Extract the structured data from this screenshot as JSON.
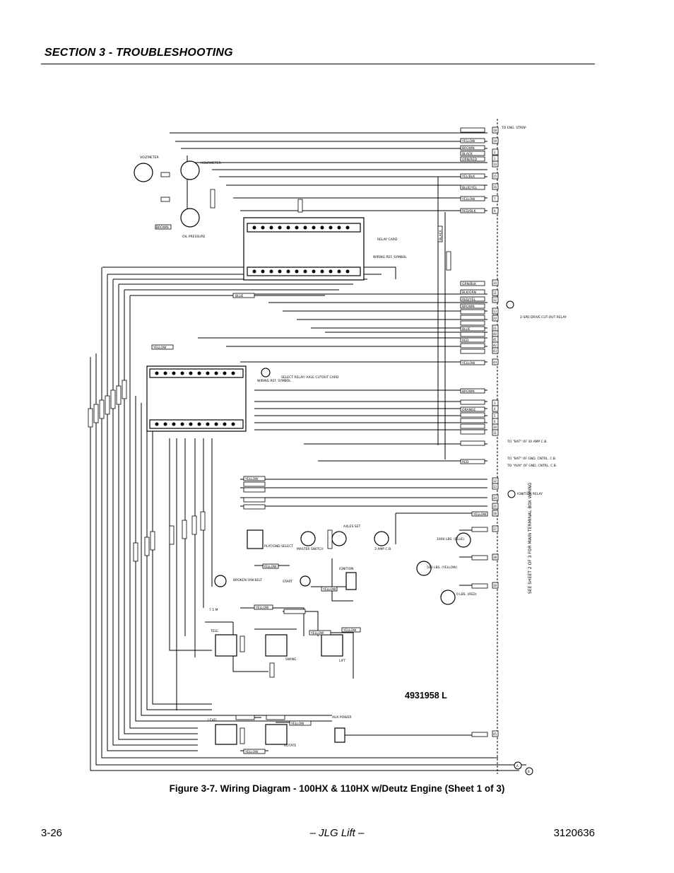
{
  "header": {
    "section_title": "SECTION 3 - TROUBLESHOOTING"
  },
  "diagram": {
    "drawing_number": "4931958 L",
    "components": {
      "voltmeter": "VOLTMETER",
      "hourmeter": "HOURMETER",
      "oil_pressure": "OIL PRESSURE",
      "relay_card": "RELAY CARD",
      "wiring_ref_symbol": "WIRING REF. SYMBOL",
      "select_relay": "SELECT RELAY/ AXLE CUTOUT CARD",
      "plat_gnd_select": "PLAT/GND SELECT",
      "master_switch": "MASTER SWITCH",
      "axles_set": "AXLES SET",
      "breaker_3amp": "3 AMP C.B.",
      "broken_fan_belt": "BROKEN FAN BELT",
      "start": "START",
      "ignition": "IGNITION",
      "tele": "TELE.",
      "swing": "SWING",
      "lift": "LIFT",
      "level": "LEVEL",
      "rotate": "ROTATE",
      "aux_power": "AUX POWER",
      "lbs_1000": "1000 LBS. (BLUE)",
      "lbs_500": "500 LBS. (YELLOW)",
      "lbs_0": "0 LBS. (RED)",
      "ignition_relay": "IGNITION RELAY",
      "cutout_relay": "2-SPD DRIVE CUT-OUT RELAY",
      "see_sheet": "SEE SHEET 2 OF 3 FOR MAIN TERMINAL BOX WIRING",
      "to_eng_strap": "TO ENG. STRAP",
      "to_bat_30amp": "TO \"BAT\" OF 30 AMP C.B.",
      "to_bat_gnd_ctrl": "TO \"BAT\" OF GND. CNTRL. C.B.",
      "to_aux_gnd_ctrl": "TO \"AUX\" OF GND. CNTRL. C.B.",
      "resistor_value": "7.5 M"
    },
    "wire_labels": {
      "yellow": "YELLOW",
      "brown": "BROWN",
      "black": "BLACK",
      "red": "RED",
      "blue": "BLUE",
      "orange": "ORANGE",
      "blue_yel": "BLUE/YEL",
      "red_blk": "RED/BLK",
      "red_yel": "RED/YEL",
      "yel_blk": "YEL/BLK",
      "blk_orn": "BLK/ORN",
      "orn_red": "ORN/RED",
      "grn_blk": "GRN/BLK"
    },
    "terminals": [
      "18",
      "19",
      "2",
      "1",
      "14",
      "15",
      "16",
      "7",
      "9",
      "10",
      "11",
      "12",
      "13",
      "20",
      "21",
      "40",
      "41",
      "42",
      "43",
      "44",
      "3",
      "4",
      "5",
      "6",
      "30",
      "31",
      "32",
      "33",
      "34",
      "35",
      "36",
      "37",
      "38",
      "39",
      "45",
      "46",
      "48",
      "49"
    ],
    "ground_refs": [
      "A",
      "B"
    ]
  },
  "figure": {
    "caption": "Figure 3-7.  Wiring Diagram - 100HX & 110HX w/Deutz Engine (Sheet 1 of 3)"
  },
  "footer": {
    "page_number": "3-26",
    "center_text": "– JLG Lift –",
    "doc_number": "3120636"
  }
}
